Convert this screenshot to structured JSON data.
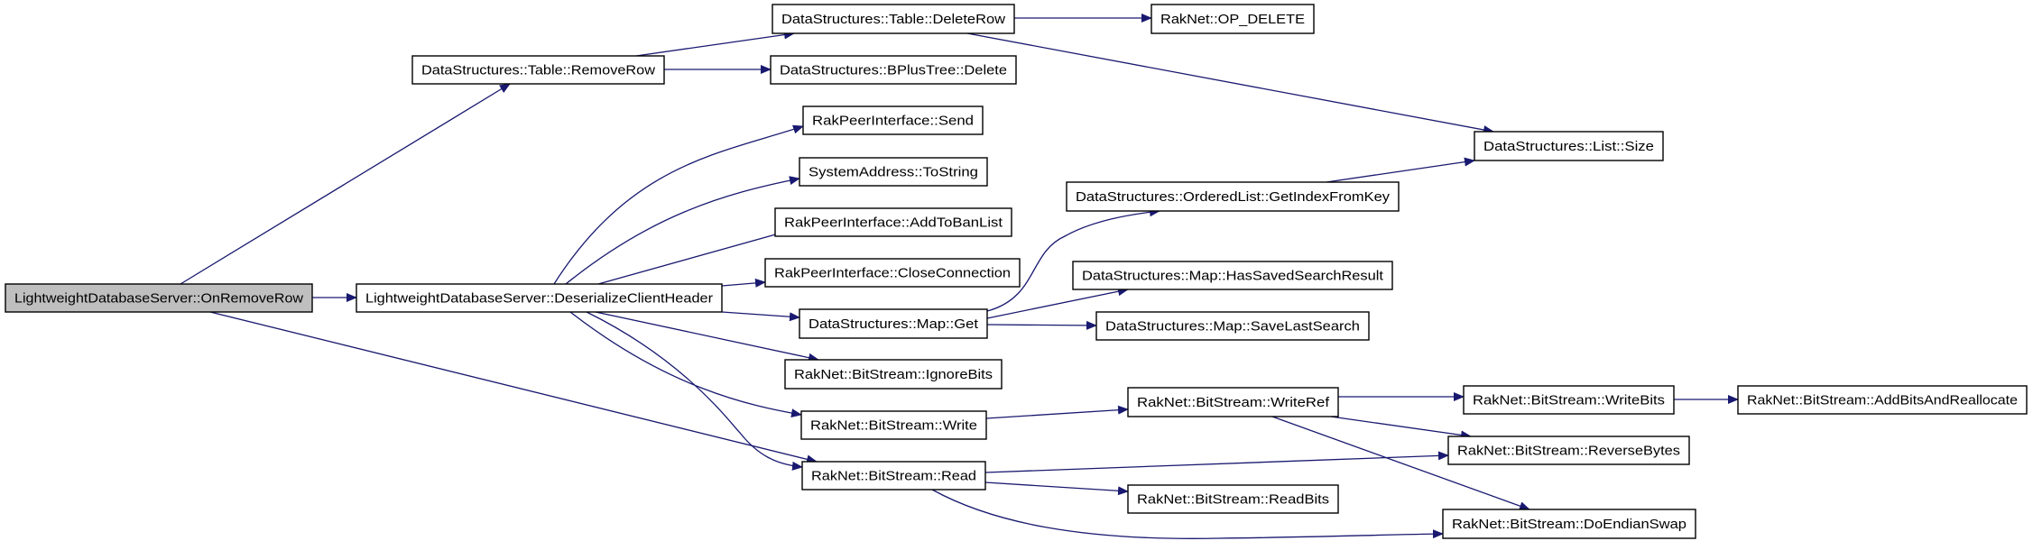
{
  "colors": {
    "edge": "#191970",
    "root_fill": "#bfbfbf",
    "node_fill": "#ffffff",
    "node_border": "#000000"
  },
  "nodes": [
    {
      "id": "onremoverow",
      "label": "LightweightDatabaseServer::OnRemoveRow",
      "root": true
    },
    {
      "id": "deserialize",
      "label": "LightweightDatabaseServer::DeserializeClientHeader"
    },
    {
      "id": "removerow",
      "label": "DataStructures::Table::RemoveRow"
    },
    {
      "id": "deleterow",
      "label": "DataStructures::Table::DeleteRow"
    },
    {
      "id": "bplusdelete",
      "label": "DataStructures::BPlusTree::Delete"
    },
    {
      "id": "opdelete",
      "label": "RakNet::OP_DELETE"
    },
    {
      "id": "listsize",
      "label": "DataStructures::List::Size"
    },
    {
      "id": "send",
      "label": "RakPeerInterface::Send"
    },
    {
      "id": "tostring",
      "label": "SystemAddress::ToString"
    },
    {
      "id": "addtobanlist",
      "label": "RakPeerInterface::AddToBanList"
    },
    {
      "id": "closeconnection",
      "label": "RakPeerInterface::CloseConnection"
    },
    {
      "id": "mapget",
      "label": "DataStructures::Map::Get"
    },
    {
      "id": "getindexfromkey",
      "label": "DataStructures::OrderedList::GetIndexFromKey"
    },
    {
      "id": "hassaved",
      "label": "DataStructures::Map::HasSavedSearchResult"
    },
    {
      "id": "savelast",
      "label": "DataStructures::Map::SaveLastSearch"
    },
    {
      "id": "ignorebits",
      "label": "RakNet::BitStream::IgnoreBits"
    },
    {
      "id": "write",
      "label": "RakNet::BitStream::Write"
    },
    {
      "id": "writeref",
      "label": "RakNet::BitStream::WriteRef"
    },
    {
      "id": "writebits",
      "label": "RakNet::BitStream::WriteBits"
    },
    {
      "id": "addbits",
      "label": "RakNet::BitStream::AddBitsAndReallocate"
    },
    {
      "id": "reversebytes",
      "label": "RakNet::BitStream::ReverseBytes"
    },
    {
      "id": "read",
      "label": "RakNet::BitStream::Read"
    },
    {
      "id": "readbits",
      "label": "RakNet::BitStream::ReadBits"
    },
    {
      "id": "doendianswap",
      "label": "RakNet::BitStream::DoEndianSwap"
    }
  ],
  "edges": [
    [
      "onremoverow",
      "removerow"
    ],
    [
      "onremoverow",
      "deserialize"
    ],
    [
      "onremoverow",
      "read"
    ],
    [
      "removerow",
      "deleterow"
    ],
    [
      "removerow",
      "bplusdelete"
    ],
    [
      "deleterow",
      "opdelete"
    ],
    [
      "deleterow",
      "listsize"
    ],
    [
      "deserialize",
      "send"
    ],
    [
      "deserialize",
      "tostring"
    ],
    [
      "deserialize",
      "addtobanlist"
    ],
    [
      "deserialize",
      "closeconnection"
    ],
    [
      "deserialize",
      "mapget"
    ],
    [
      "deserialize",
      "ignorebits"
    ],
    [
      "deserialize",
      "write"
    ],
    [
      "deserialize",
      "read"
    ],
    [
      "mapget",
      "getindexfromkey"
    ],
    [
      "mapget",
      "hassaved"
    ],
    [
      "mapget",
      "savelast"
    ],
    [
      "getindexfromkey",
      "listsize"
    ],
    [
      "write",
      "writeref"
    ],
    [
      "writeref",
      "writebits"
    ],
    [
      "writebits",
      "addbits"
    ],
    [
      "writeref",
      "reversebytes"
    ],
    [
      "writeref",
      "doendianswap"
    ],
    [
      "read",
      "reversebytes"
    ],
    [
      "read",
      "readbits"
    ],
    [
      "read",
      "doendianswap"
    ]
  ]
}
